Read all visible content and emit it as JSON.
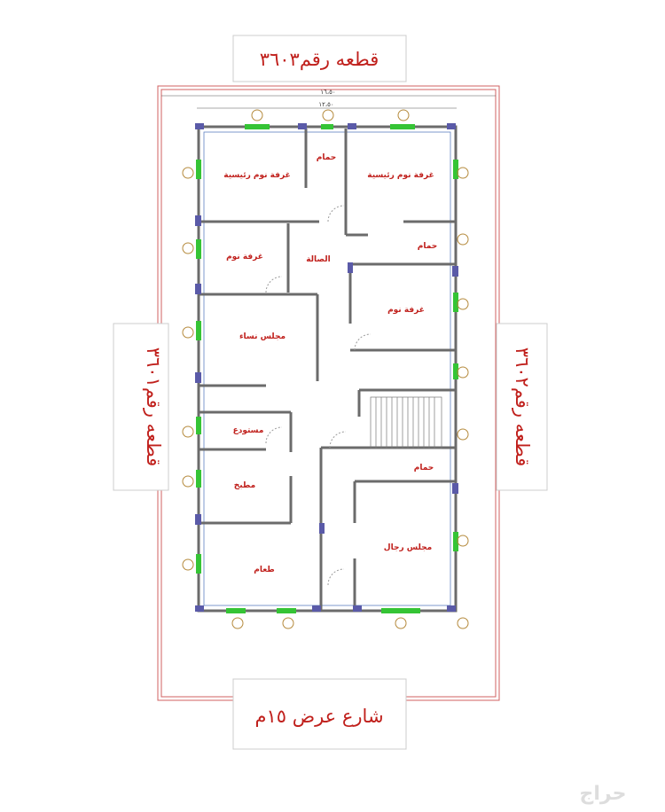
{
  "plots": {
    "top": "قطعه رقم٣٦٠٣",
    "left": "قطعه رقم٣٦٠١",
    "right": "قطعه رقم٣٦٠٢"
  },
  "street": "شارع عرض ١٥م",
  "dimensions": {
    "plot_width": "١٦،٥٠",
    "building_width": "١٢،٥٠"
  },
  "rooms": {
    "master_bedroom_1": "غرفة نوم رئيسية",
    "master_bedroom_2": "غرفة نوم رئيسية",
    "bath_top": "حمام",
    "bath_right": "حمام",
    "bath_lower": "حمام",
    "bedroom_left": "غرفة نوم",
    "bedroom_right": "غرفة نوم",
    "hall": "الصالة",
    "women_majlis": "مجلس نساء",
    "store": "مستودع",
    "kitchen": "مطبخ",
    "dining": "طعام",
    "men_majlis": "مجلس رجال"
  },
  "watermark": "حراج",
  "colors": {
    "wall": "#6b6b6b",
    "column": "#5a5aa8",
    "window": "#35c435",
    "label": "#c0201c",
    "plot_line": "#d06060"
  }
}
